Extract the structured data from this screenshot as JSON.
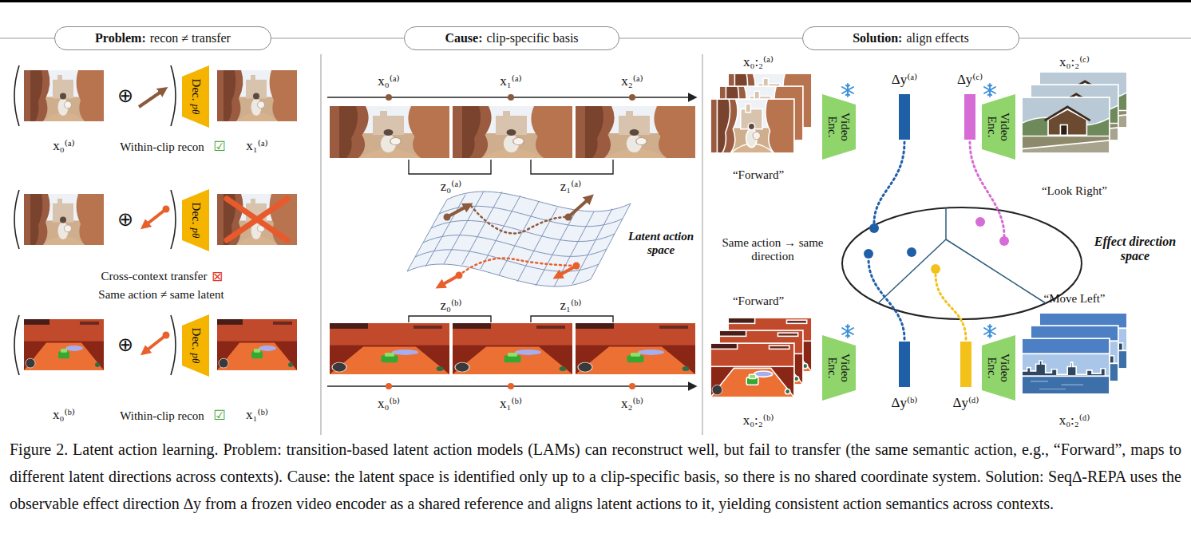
{
  "diagram": {
    "caption": "Figure 2. Latent action learning. Problem: transition-based latent action models (LAMs) can reconstruct well, but fail to transfer (the same semantic action, e.g., “Forward”, maps to different latent directions across contexts). Cause: the latent space is identified only up to a clip-specific basis, so there is no shared coordinate system. Solution: Seq∆-REPA uses the observable effect direction ∆y from a frozen video encoder as a shared reference and aligns latent actions to it, yielding consistent action semantics across contexts.",
    "nodes": [
      {
        "text": [
          "Problem:",
          "recon ≠ transfer"
        ]
      },
      {
        "text": [
          "Cause:",
          "clip-specific basis"
        ]
      },
      {
        "text": [
          "Solution:",
          "align effects"
        ]
      },
      {
        "text": [
          "Dec.",
          "pθ"
        ]
      },
      {
        "text": [
          "Dec.",
          "pθ"
        ]
      },
      {
        "text": [
          "Dec.",
          "pθ"
        ]
      },
      {
        "text": [
          "Video Enc."
        ]
      },
      {
        "text": [
          "Video Enc."
        ]
      },
      {
        "text": [
          "Video Enc."
        ]
      },
      {
        "text": [
          "Video Enc."
        ]
      }
    ],
    "labels": [
      "⊕",
      "x₀⁽ᵃ⁾",
      "Within-clip recon",
      "☑",
      "x₁⁽ᵃ⁾",
      "⊕",
      "Cross-context transfer",
      "⊠",
      "Same action ≠ same latent",
      "⊕",
      "x₀⁽ᵇ⁾",
      "Within-clip recon",
      "☑",
      "x₁⁽ᵇ⁾",
      "x₀⁽ᵃ⁾",
      "x₁⁽ᵃ⁾",
      "x₂⁽ᵃ⁾",
      "z₀⁽ᵃ⁾",
      "z₁⁽ᵃ⁾",
      "Latent action space",
      "z₀⁽ᵇ⁾",
      "z₁⁽ᵇ⁾",
      "x₀⁽ᵇ⁾",
      "x₁⁽ᵇ⁾",
      "x₂⁽ᵇ⁾",
      "x₀:₂⁽ᵃ⁾",
      "Δy⁽ᵃ⁾",
      "Δy⁽ᶜ⁾",
      "x₀:₂⁽ᶜ⁾",
      "“Forward”",
      "“Look Right”",
      "Same action → same direction",
      "Effect direction space",
      "“Forward”",
      "“Move Left”",
      "Δy⁽ᵇ⁾",
      "Δy⁽ᵈ⁾",
      "x₀:₂⁽ᵇ⁾",
      "x₀:₂⁽ᵈ⁾"
    ]
  }
}
